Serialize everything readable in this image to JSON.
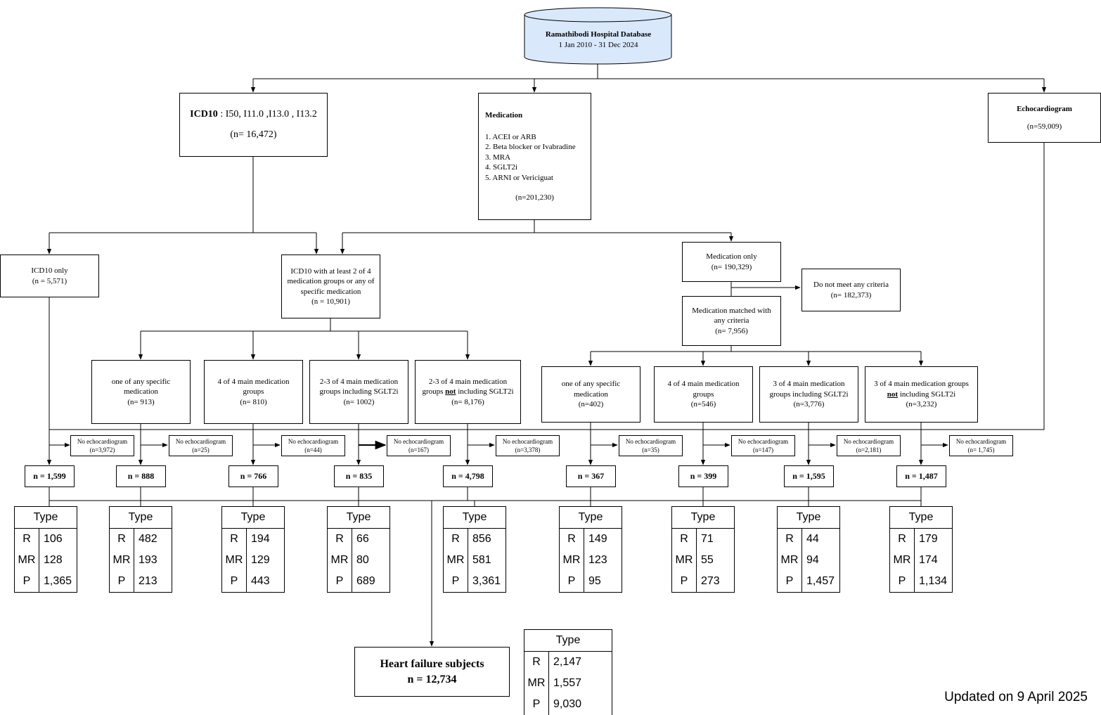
{
  "database": {
    "title": "Ramathibodi Hospital Database",
    "dates": "1 Jan 2010 - 31 Dec 2024",
    "fill_color": "#dae8fc",
    "stroke_color": "#6c8ebf"
  },
  "icd10": {
    "title": "ICD10",
    "codes": " : I50, I11.0 ,I13.0 , I13.2",
    "count": "(n= 16,472)"
  },
  "medication": {
    "title": "Medication",
    "items": [
      "1. ACEI or ARB",
      "2. Beta blocker or Ivabradine",
      "3. MRA",
      "4. SGLT2i",
      "5. ARNI or Vericiguat"
    ],
    "count": "(n=201,230)"
  },
  "echo": {
    "title": "Echocardiogram",
    "count": "(n=59,009)"
  },
  "icd10_only": {
    "label": "ICD10 only",
    "count": "(n = 5,571)"
  },
  "icd10_with": {
    "label": "ICD10 with at least 2 of 4 medication groups or any of specific medication",
    "count": "(n = 10,901)"
  },
  "med_only": {
    "label": "Medication only",
    "count": "(n= 190,329)"
  },
  "not_meet": {
    "label": "Do not meet any criteria",
    "count": "(n= 182,373)"
  },
  "med_matched": {
    "label": "Medication matched with any criteria",
    "count": "(n= 7,956)"
  },
  "groups": [
    {
      "label": "one of any specific medication",
      "count": "(n= 913)"
    },
    {
      "label": "4 of 4 main medication groups",
      "count": "(n= 810)"
    },
    {
      "label": "2-3 of 4 main medication groups including SGLT2i",
      "count": "(n= 1002)"
    },
    {
      "pre": "2-3 of 4 main medication groups ",
      "emph": "not",
      "post": " including SGLT2i",
      "count": "(n= 8,176)"
    },
    {
      "label": "one of any specific medication",
      "count": "(n=402)"
    },
    {
      "label": "4 of 4 main medication groups",
      "count": "(n=546)"
    },
    {
      "label": "3 of 4 main medication groups including SGLT2i",
      "count": "(n=3,776)"
    },
    {
      "pre": "3 of 4 main medication groups ",
      "emph": "not",
      "post": " including SGLT2i",
      "count": "(n=3,232)"
    }
  ],
  "no_echo": [
    {
      "label": "No echocardiogram",
      "count": "(n=3,972)"
    },
    {
      "label": "No echocardiogram",
      "count": "(n=25)"
    },
    {
      "label": "No echocardiogram",
      "count": "(n=44)"
    },
    {
      "label": "No echocardiogram",
      "count": "(n=167)"
    },
    {
      "label": "No echocardiogram",
      "count": "(n=3,378)"
    },
    {
      "label": "No echocardiogram",
      "count": "(n=35)"
    },
    {
      "label": "No echocardiogram",
      "count": "(n=147)"
    },
    {
      "label": "No echocardiogram",
      "count": "(n=2,181)"
    },
    {
      "label": "No echocardiogram",
      "count": "(n= 1,745)"
    }
  ],
  "n_values": [
    "n = 1,599",
    "n = 888",
    "n = 766",
    "n = 835",
    "n = 4,798",
    "n = 367",
    "n = 399",
    "n = 1,595",
    "n = 1,487"
  ],
  "type_tables": [
    {
      "header": "Type",
      "rows": [
        [
          "R",
          "106"
        ],
        [
          "MR",
          "128"
        ],
        [
          "P",
          "1,365"
        ]
      ]
    },
    {
      "header": "Type",
      "rows": [
        [
          "R",
          "482"
        ],
        [
          "MR",
          "193"
        ],
        [
          "P",
          "213"
        ]
      ]
    },
    {
      "header": "Type",
      "rows": [
        [
          "R",
          "194"
        ],
        [
          "MR",
          "129"
        ],
        [
          "P",
          "443"
        ]
      ]
    },
    {
      "header": "Type",
      "rows": [
        [
          "R",
          "66"
        ],
        [
          "MR",
          "80"
        ],
        [
          "P",
          "689"
        ]
      ]
    },
    {
      "header": "Type",
      "rows": [
        [
          "R",
          "856"
        ],
        [
          "MR",
          "581"
        ],
        [
          "P",
          "3,361"
        ]
      ]
    },
    {
      "header": "Type",
      "rows": [
        [
          "R",
          "149"
        ],
        [
          "MR",
          "123"
        ],
        [
          "P",
          "95"
        ]
      ]
    },
    {
      "header": "Type",
      "rows": [
        [
          "R",
          "71"
        ],
        [
          "MR",
          "55"
        ],
        [
          "P",
          "273"
        ]
      ]
    },
    {
      "header": "Type",
      "rows": [
        [
          "R",
          "44"
        ],
        [
          "MR",
          "94"
        ],
        [
          "P",
          "1,457"
        ]
      ]
    },
    {
      "header": "Type",
      "rows": [
        [
          "R",
          "179"
        ],
        [
          "MR",
          "174"
        ],
        [
          "P",
          "1,134"
        ]
      ]
    }
  ],
  "heart_failure": {
    "title": "Heart failure subjects",
    "count": "n = 12,734"
  },
  "total_table": {
    "header": "Type",
    "rows": [
      [
        "R",
        "2,147"
      ],
      [
        "MR",
        "1,557"
      ],
      [
        "P",
        "9,030"
      ]
    ]
  },
  "updated": "Updated on 9 April 2025"
}
